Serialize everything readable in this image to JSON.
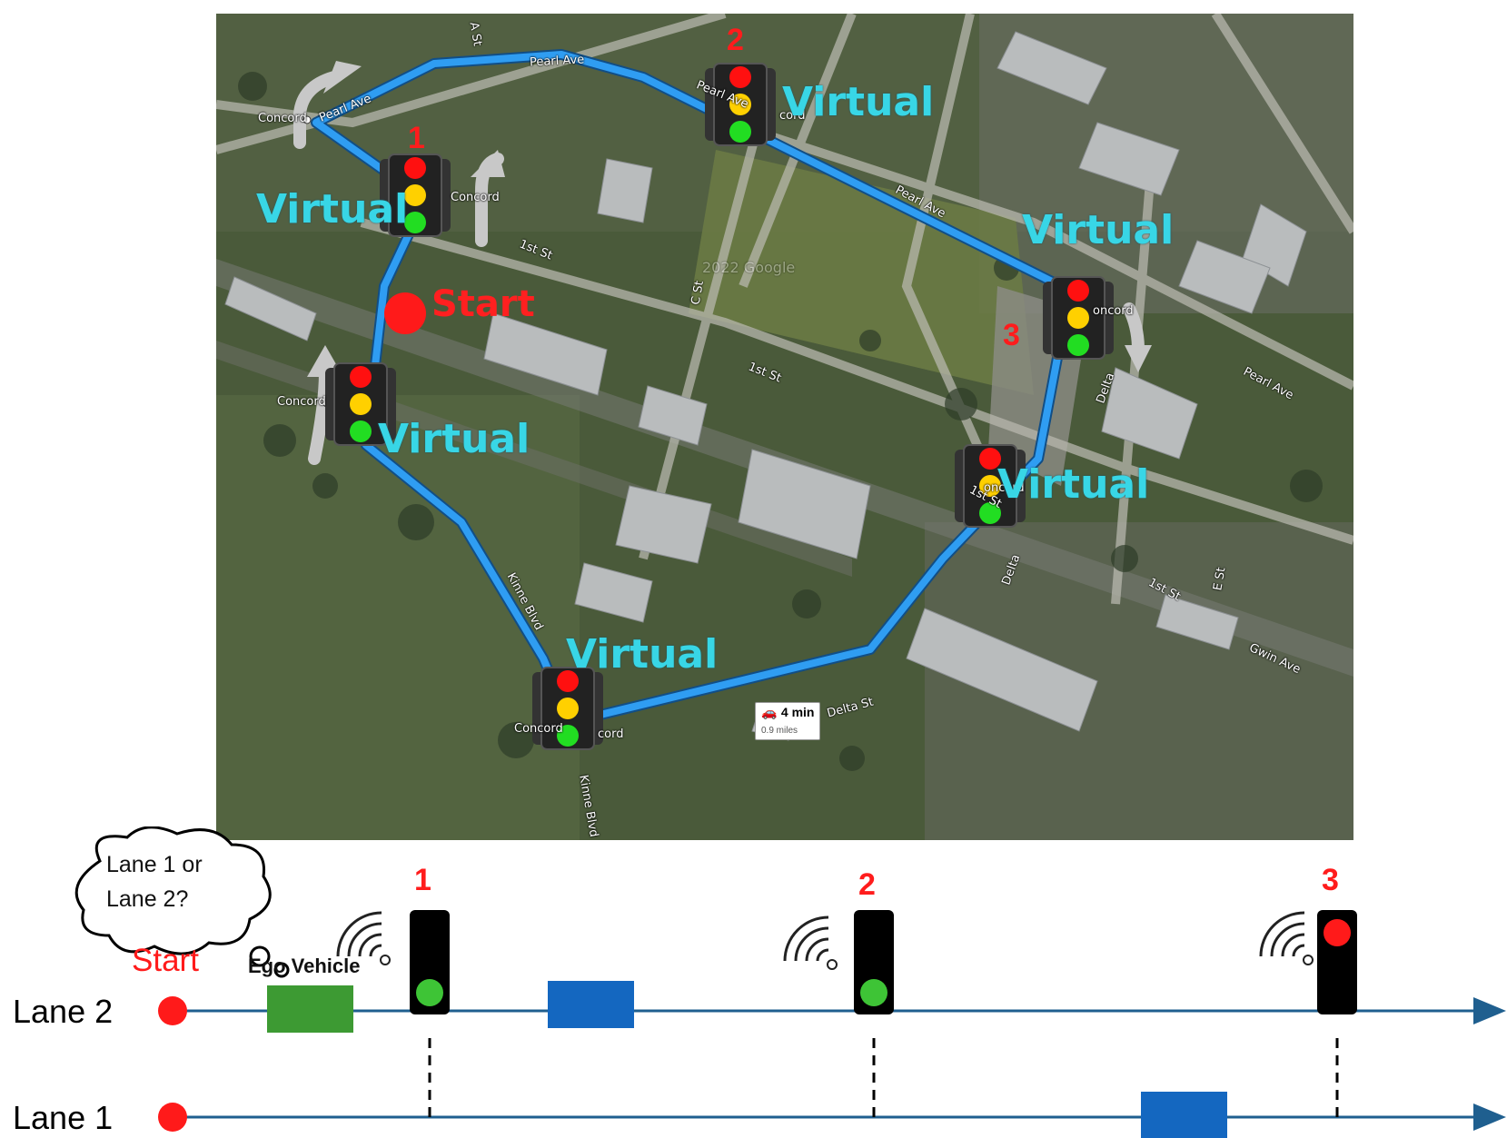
{
  "colors": {
    "route": "#2f9df2",
    "virtual_text": "#38d6e6",
    "marker_red": "#ff1a1a",
    "lane_line": "#1f5f8f",
    "ego_vehicle": "#3d9a33",
    "other_vehicle": "#1467c0"
  },
  "map": {
    "street_labels": {
      "pearl_ave_1": "Pearl Ave",
      "pearl_ave_2": "Pearl Ave",
      "pearl_ave_3": "Pearl Ave",
      "pearl_ave_4": "Pearl Ave",
      "pearl_ave_5": "Pearl Ave",
      "a_st": "A St",
      "c_st": "C St",
      "e_st": "E St",
      "first_st_1": "1st St",
      "first_st_2": "1st St",
      "first_st_3": "1st St",
      "first_st_4": "1st St",
      "delta_1": "Delta",
      "delta_2": "Delta",
      "delta_st": "Delta St",
      "kinne_blvd_1": "Kinne Blvd",
      "kinne_blvd_2": "Kinne Blvd",
      "gwin_ave": "Gwin Ave",
      "concord_1": "Concord",
      "concord_2": "Concord",
      "concord_3": "Concord",
      "concord_4": "Concord",
      "concord_5": "cord",
      "concord_6": "oncord",
      "concord_7": "oncord",
      "concord_8": "cord",
      "watermark": "2022 Google"
    },
    "virtual_labels": [
      "Virtual",
      "Virtual",
      "Virtual",
      "Virtual",
      "Virtual",
      "Virtual"
    ],
    "signal_numbers": [
      "1",
      "2",
      "3"
    ],
    "start_label": "Start",
    "route_badge": {
      "time": "4 min",
      "distance": "0.9 miles"
    }
  },
  "lanes": {
    "thought_bubble": [
      "Lane 1 or",
      "Lane 2?"
    ],
    "start_label": "Start",
    "ego_label": "Ego Vehicle",
    "lane_labels": [
      "Lane 2",
      "Lane 1"
    ],
    "signals": [
      {
        "number": "1",
        "state": "green"
      },
      {
        "number": "2",
        "state": "green"
      },
      {
        "number": "3",
        "state": "red"
      }
    ]
  }
}
